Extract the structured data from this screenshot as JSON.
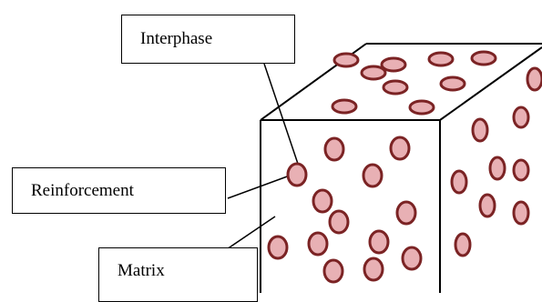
{
  "labels": {
    "interphase": "Interphase",
    "reinforcement": "Reinforcement",
    "matrix": "Matrix"
  },
  "colors": {
    "particle_fill": "#e8b0b4",
    "particle_stroke": "#7b2324",
    "line": "#000000"
  }
}
